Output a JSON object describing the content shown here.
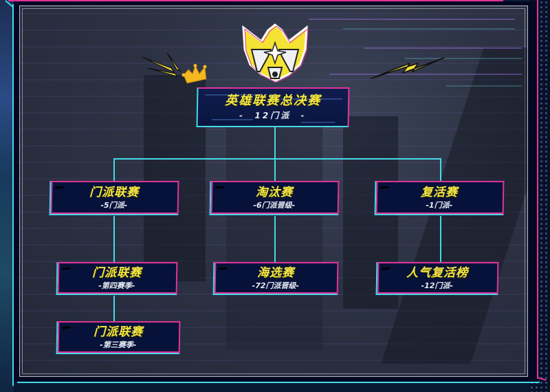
{
  "diagram": {
    "type": "tournament-structure-tree",
    "colors": {
      "title_yellow": "#f4e845",
      "subtitle_white": "#e8ecf2",
      "connector_cyan": "#45d9e8",
      "accent_pink": "#e0349a",
      "box_navy": "#07123a",
      "panel_gray": "#2c3243"
    },
    "icons": {
      "emblem": "winged-mask-emblem-icon",
      "crown": "crown-icon",
      "rays": "burst-rays-icon",
      "bolt": "lightning-bolt-icon"
    },
    "root": {
      "title": "英雄联赛总决赛",
      "subtitle": "-  12门派  -"
    },
    "level1": [
      {
        "title": "门派联赛",
        "subtitle": "-5门派-"
      },
      {
        "title": "淘汰赛",
        "subtitle": "-6门派晋级-"
      },
      {
        "title": "复活赛",
        "subtitle": "-1门派-"
      }
    ],
    "level2": [
      {
        "title": "门派联赛",
        "subtitle": "-第四赛季-"
      },
      {
        "title": "海选赛",
        "subtitle": "-72门派晋级-"
      },
      {
        "title": "人气复活榜",
        "subtitle": "-12门派-"
      }
    ],
    "level3": [
      {
        "title": "门派联赛",
        "subtitle": "-第三赛季-"
      }
    ],
    "edges": [
      [
        "root",
        "门派联赛(-5门派-)"
      ],
      [
        "root",
        "淘汰赛"
      ],
      [
        "root",
        "复活赛"
      ],
      [
        "门派联赛(-5门派-)",
        "门派联赛(-第四赛季-)"
      ],
      [
        "门派联赛(-第四赛季-)",
        "门派联赛(-第三赛季-)"
      ],
      [
        "淘汰赛",
        "海选赛"
      ],
      [
        "复活赛",
        "人气复活榜"
      ]
    ]
  }
}
